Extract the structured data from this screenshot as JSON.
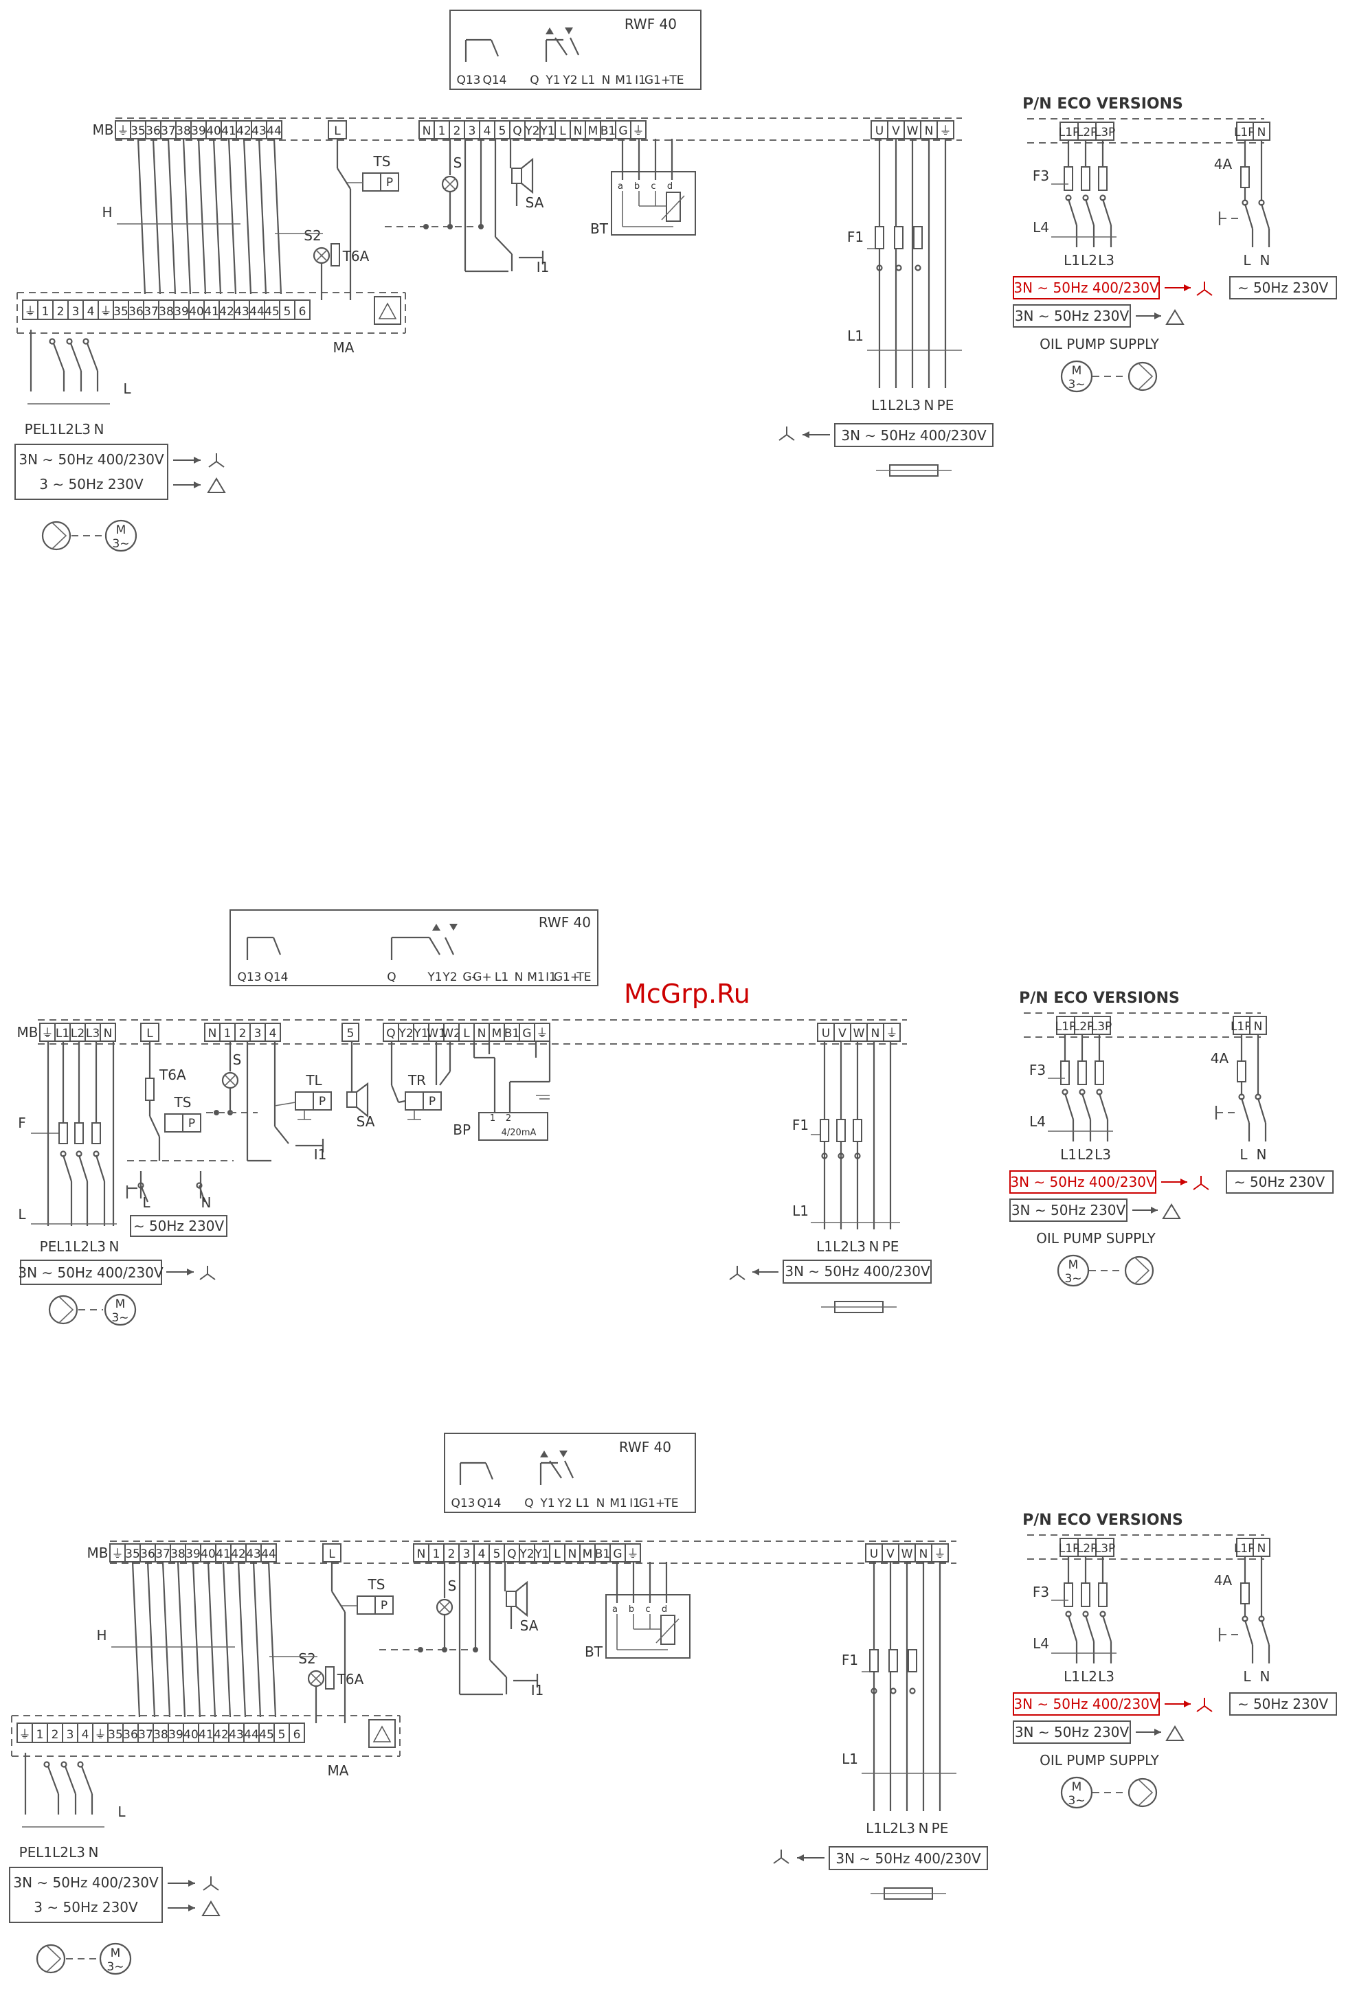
{
  "watermark": "McGrp.Ru",
  "diagrams": [
    {
      "id": "d1",
      "controller": "RWF 40",
      "ctrl_terms": [
        "Q13",
        "Q14",
        "Q",
        "Y1",
        "Y2",
        "L1",
        "N",
        "M1",
        "I1",
        "G1+",
        "TE"
      ],
      "mb_label": "MB",
      "mb_left": [
        "⏚",
        "35",
        "36",
        "37",
        "38",
        "39",
        "40",
        "41",
        "42",
        "43",
        "44"
      ],
      "mb_mid": [
        "L"
      ],
      "mb_right": [
        "N",
        "1",
        "2",
        "3",
        "4",
        "5",
        "Q",
        "Y2",
        "Y1",
        "L",
        "N",
        "M",
        "B1",
        "G",
        "⏚"
      ],
      "motor_terms": [
        "U",
        "V",
        "W",
        "N",
        "⏚"
      ],
      "ma_label": "MA",
      "ma_terms": [
        "⏚",
        "1",
        "2",
        "3",
        "4",
        "⏚",
        "35",
        "36",
        "37",
        "38",
        "39",
        "40",
        "41",
        "42",
        "43",
        "44",
        "45",
        "5",
        "6"
      ],
      "components": [
        "TS",
        "P",
        "S",
        "SA",
        "S2",
        "T6A",
        "H",
        "BT",
        "I1",
        "F1",
        "L1",
        "L"
      ],
      "bt_terms": [
        "a",
        "b",
        "c",
        "d"
      ],
      "left_supply_labels": [
        "PE",
        "L1",
        "L2",
        "L3",
        "N"
      ],
      "left_supply_lines": [
        "3N ∼ 50Hz  400/230V",
        "3 ∼ 50Hz  230V"
      ],
      "motor_labels": [
        "M",
        "3∼"
      ],
      "right_supply_labels": [
        "L1",
        "L2",
        "L3",
        "N",
        "PE"
      ],
      "right_supply_line": "3N ∼ 50Hz  400/230V"
    },
    {
      "id": "d2",
      "controller": "RWF 40",
      "ctrl_terms": [
        "Q13",
        "Q14",
        "Q",
        "Y1",
        "Y2",
        "G-",
        "G+",
        "L1",
        "N",
        "M1",
        "I1",
        "G1+",
        "TE"
      ],
      "mb_label": "MB",
      "mb_left": [
        "⏚",
        "L1",
        "L2",
        "L3",
        "N"
      ],
      "mb_mid": [
        "L"
      ],
      "mb_mid2": [
        "N",
        "1",
        "2",
        "3",
        "4"
      ],
      "mb_mid3": [
        "5"
      ],
      "mb_right": [
        "Q",
        "Y2",
        "Y1",
        "W1",
        "W2",
        "L",
        "N",
        "M",
        "B1",
        "G",
        "⏚"
      ],
      "motor_terms": [
        "U",
        "V",
        "W",
        "N",
        "⏚"
      ],
      "components": [
        "T6A",
        "TS",
        "P",
        "S",
        "TL",
        "SA",
        "TR",
        "BP",
        "I1",
        "F",
        "L",
        "F1",
        "L1"
      ],
      "bp_labels": [
        "1",
        "2",
        "4/20mA"
      ],
      "aux_labels": [
        "L",
        "N"
      ],
      "aux_line": "∼ 50Hz  230V",
      "left_supply_labels": [
        "PE",
        "L1",
        "L2",
        "L3",
        "N"
      ],
      "left_supply_line": "3N ∼ 50Hz  400/230V",
      "motor_labels": [
        "M",
        "3∼"
      ],
      "right_supply_labels": [
        "L1",
        "L2",
        "L3",
        "N",
        "PE"
      ],
      "right_supply_line": "3N ∼ 50Hz  400/230V"
    },
    {
      "id": "d3",
      "controller": "RWF 40",
      "ctrl_terms": [
        "Q13",
        "Q14",
        "Q",
        "Y1",
        "Y2",
        "L1",
        "N",
        "M1",
        "I1",
        "G1+",
        "TE"
      ],
      "mb_label": "MB",
      "mb_left": [
        "⏚",
        "35",
        "36",
        "37",
        "38",
        "39",
        "40",
        "41",
        "42",
        "43",
        "44"
      ],
      "mb_mid": [
        "L"
      ],
      "mb_right": [
        "N",
        "1",
        "2",
        "3",
        "4",
        "5",
        "Q",
        "Y2",
        "Y1",
        "L",
        "N",
        "M",
        "B1",
        "G",
        "⏚"
      ],
      "motor_terms": [
        "U",
        "V",
        "W",
        "N",
        "⏚"
      ],
      "ma_label": "MA",
      "ma_terms": [
        "⏚",
        "1",
        "2",
        "3",
        "4",
        "⏚",
        "35",
        "36",
        "37",
        "38",
        "39",
        "40",
        "41",
        "42",
        "43",
        "44",
        "45",
        "5",
        "6"
      ],
      "components": [
        "TS",
        "P",
        "S",
        "SA",
        "S2",
        "T6A",
        "H",
        "BT",
        "I1",
        "F1",
        "L1",
        "L"
      ],
      "bt_terms": [
        "a",
        "b",
        "c",
        "d"
      ],
      "left_supply_labels": [
        "PE",
        "L1",
        "L2",
        "L3",
        "N"
      ],
      "left_supply_lines": [
        "3N ∼ 50Hz  400/230V",
        "3 ∼ 50Hz  230V"
      ],
      "motor_labels": [
        "M",
        "3∼"
      ],
      "right_supply_labels": [
        "L1",
        "L2",
        "L3",
        "N",
        "PE"
      ],
      "right_supply_line": "3N ∼ 50Hz  400/230V"
    }
  ],
  "eco_panel": {
    "title": "P/N ECO VERSIONS",
    "terms_left": [
      "L1P",
      "L2P",
      "L3P"
    ],
    "terms_right": [
      "L1R",
      "N"
    ],
    "fuse_label": "F3",
    "fuse_right": "4A",
    "switch_label": "L4",
    "out_left": [
      "L1",
      "L2",
      "L3"
    ],
    "out_right": [
      "L",
      "N"
    ],
    "supply_star": "3N ∼ 50Hz  400/230V",
    "supply_delta": "3N ∼ 50Hz  230V",
    "supply_right": "∼ 50Hz  230V",
    "pump_title": "OIL PUMP SUPPLY",
    "motor_labels": [
      "M",
      "3∼"
    ]
  },
  "colors": {
    "line": "#555555",
    "highlight": "#cc0000",
    "background": "#ffffff"
  }
}
